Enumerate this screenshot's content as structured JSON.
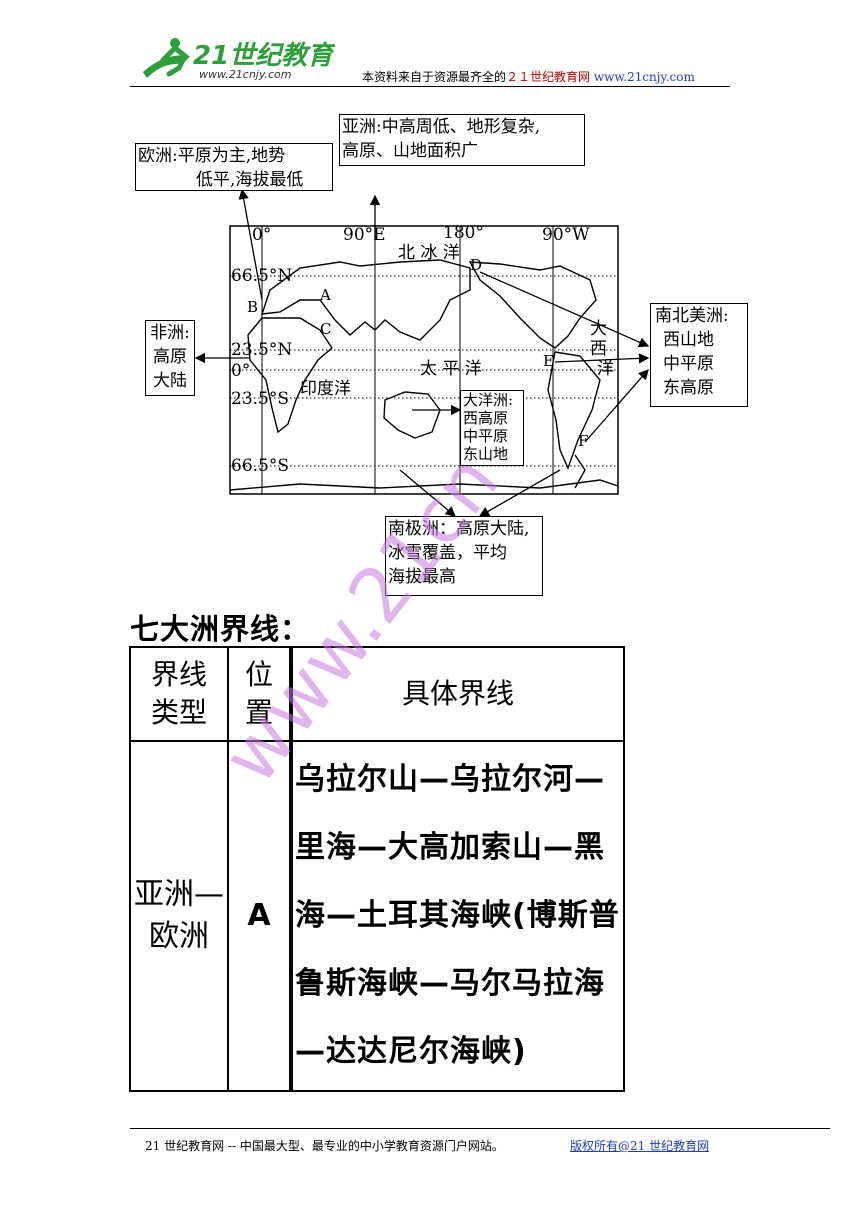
{
  "header": {
    "logo_text": "21世纪教育",
    "logo_url_text": "www.21cnjy.com",
    "notice_prefix": "本资料来自于资源最齐全的",
    "notice_brand": "２１世纪教育网",
    "notice_url": "www.21cnjy.com"
  },
  "map": {
    "meridian_labels": [
      "0°",
      "90°E",
      "180°",
      "90°W"
    ],
    "latitude_labels": [
      "66.5°N",
      "23.5°N",
      "0°",
      "23.5°S",
      "66.5°S"
    ],
    "ocean_labels": [
      "北 冰 洋",
      "太 平 洋",
      "印度洋",
      "大西洋"
    ],
    "point_labels": [
      "A",
      "B",
      "C",
      "D",
      "E",
      "F"
    ],
    "callouts": {
      "europe": [
        "欧洲:平原为主,地势",
        "低平,海拔最低"
      ],
      "asia": [
        "亚洲:中高周低、地形复杂,",
        "高原、山地面积广"
      ],
      "africa": [
        "非洲:",
        "高原",
        "大陆"
      ],
      "oceania": [
        "大洋洲:",
        "西高原",
        "中平原",
        "东山地"
      ],
      "americas": [
        "南北美洲:",
        "西山地",
        "中平原",
        "东高原"
      ],
      "antarctica": [
        "南极洲：高原大陆,",
        "冰雪覆盖，平均",
        "海拔最高"
      ]
    }
  },
  "section_title": "七大洲界线：",
  "table": {
    "headers": [
      "界线类型",
      "位置",
      "具体界线"
    ],
    "rows": [
      {
        "type": "亚洲—欧洲",
        "position": "A",
        "detail": "乌拉尔山—乌拉尔河—里海—大高加索山—黑海—土耳其海峡(博斯普鲁斯海峡—马尔马拉海—达达尼尔海峡)"
      }
    ]
  },
  "watermark": "www.21cn",
  "footer": {
    "text": "21 世纪教育网 -- 中国最大型、最专业的中小学教育资源门户网站。",
    "link": "版权所有@21 世纪教育网"
  }
}
